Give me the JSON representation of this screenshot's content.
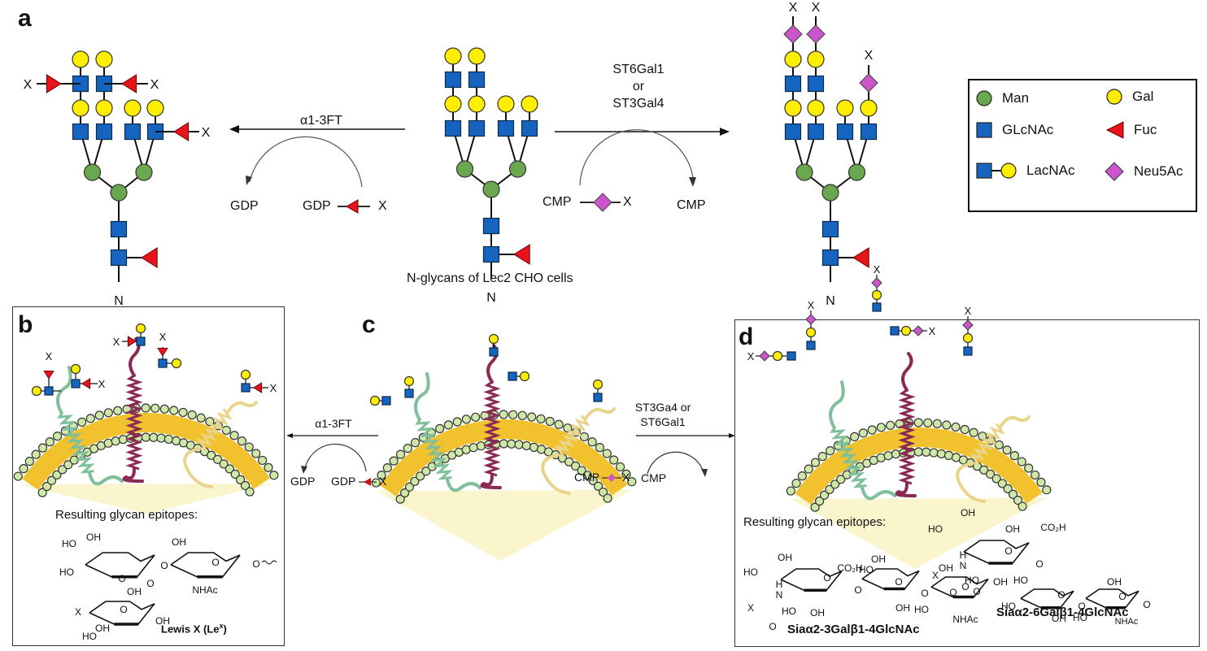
{
  "figure": {
    "panels": {
      "a": {
        "label": "a",
        "caption": "N-glycans of Lec2 CHO cells",
        "left_reaction": {
          "enzyme": "α1-3FT",
          "donor": "GDP",
          "donor_substituent": "X",
          "product_byproduct": "GDP"
        },
        "right_reaction": {
          "enzyme_line1": "ST6Gal1",
          "enzyme_line2": "or",
          "enzyme_line3": "ST3Gal4",
          "donor": "CMP",
          "donor_substituent": "X",
          "byproduct": "CMP"
        },
        "anchor_label": "N",
        "substituent_label": "X"
      },
      "b": {
        "label": "b",
        "epitopes_title": "Resulting glycan epitopes:",
        "structure_name": "Lewis X (Le",
        "structure_sup": "x",
        "structure_close": ")",
        "atoms": {
          "ho": "HO",
          "oh": "OH",
          "o": "O",
          "nhac": "NHAc",
          "x": "X"
        }
      },
      "c": {
        "label": "c",
        "left_reaction": {
          "enzyme": "α1-3FT",
          "byproduct": "GDP",
          "donor": "GDP",
          "donor_substituent": "X"
        },
        "right_reaction": {
          "enzyme_line1": "ST3Ga4 or",
          "enzyme_line2": "ST6Gal1",
          "donor": "CMP",
          "donor_substituent": "X",
          "byproduct": "CMP"
        }
      },
      "d": {
        "label": "d",
        "epitopes_title": "Resulting glycan epitopes:",
        "structure_1_name": "Siaα2-3Galβ1-4GlcNAc",
        "structure_2_name": "Siaα2-6Galβ1-4GlcNAc",
        "atoms": {
          "ho": "HO",
          "oh": "OH",
          "o": "O",
          "nhac": "NHAc",
          "co2h": "CO₂H",
          "h": "H",
          "n": "N",
          "x": "X"
        }
      }
    },
    "legend": {
      "items": [
        {
          "symbol": "green-circle",
          "label": "Man",
          "color": "#6aa84f"
        },
        {
          "symbol": "yellow-circle",
          "label": "Gal",
          "color": "#ffee00"
        },
        {
          "symbol": "blue-square",
          "label": "GLcNAc",
          "color": "#1565c0"
        },
        {
          "symbol": "red-triangle",
          "label": "Fuc",
          "color": "#e8141c"
        },
        {
          "symbol": "square-circle",
          "label": "LacNAc",
          "color": "#1565c0"
        },
        {
          "symbol": "purple-diamond",
          "label": "Neu5Ac",
          "color": "#cc55cc"
        }
      ]
    },
    "colors": {
      "man": "#6aa84f",
      "gal": "#ffee00",
      "glcnac": "#1565c0",
      "fuc": "#e8141c",
      "neu5ac": "#cc55cc",
      "membrane_head": "#cfe8a8",
      "membrane_tail": "#f2c12e",
      "wedge": "#fbf4c8",
      "protein_green": "#7fbf9a",
      "protein_purple": "#8a2a55",
      "protein_yellow": "#e9d48c"
    }
  }
}
